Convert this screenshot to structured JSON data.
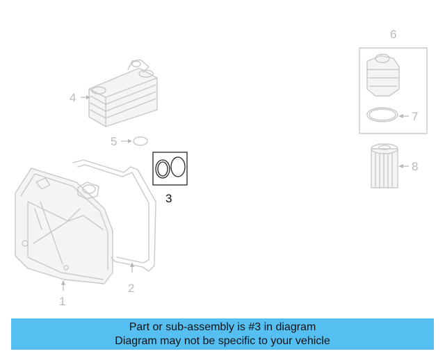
{
  "diagram": {
    "callouts": {
      "c1": "1",
      "c2": "2",
      "c3": "3",
      "c4": "4",
      "c5": "5",
      "c6": "6",
      "c7": "7",
      "c8": "8"
    },
    "highlighted_part": "3"
  },
  "banner": {
    "line1": "Part or sub-assembly is #3 in diagram",
    "line2": "Diagram may not be specific to your vehicle",
    "color": "#55bff2"
  }
}
